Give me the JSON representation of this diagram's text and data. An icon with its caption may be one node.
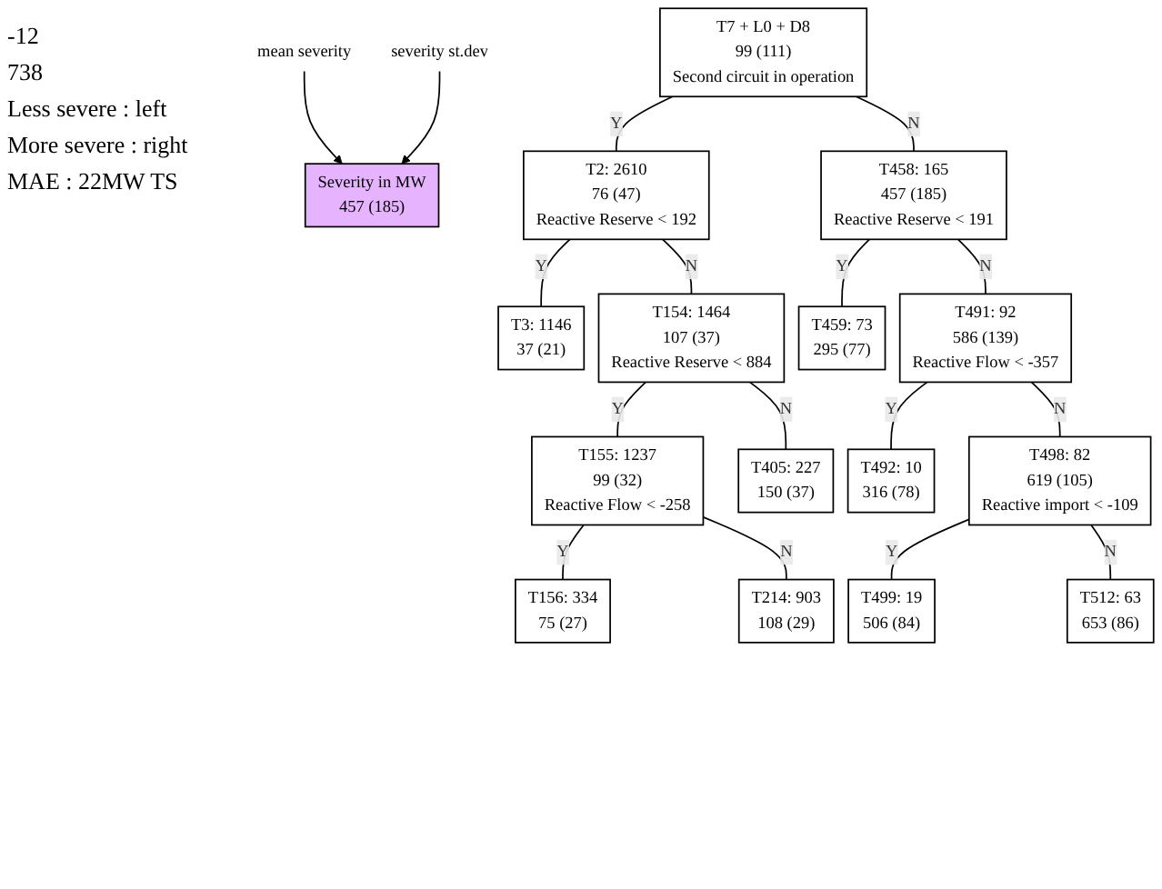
{
  "diagram": {
    "nodes": [
      {
        "text": [
          "Severity in MW",
          "457 (185)"
        ]
      },
      {
        "text": [
          "mean severity"
        ]
      },
      {
        "text": [
          "severity st.dev"
        ]
      },
      {
        "text": [
          "T7 + L0 + D8",
          "99 (111)",
          "Second circuit in operation"
        ]
      },
      {
        "text": [
          "T2: 2610",
          "76 (47)",
          "Reactive Reserve < 192"
        ]
      },
      {
        "text": [
          "T458: 165",
          "457 (185)",
          "Reactive Reserve < 191"
        ]
      },
      {
        "text": [
          "T3: 1146",
          "37 (21)"
        ]
      },
      {
        "text": [
          "T154: 1464",
          "107 (37)",
          "Reactive Reserve < 884"
        ]
      },
      {
        "text": [
          "T459: 73",
          "295 (77)"
        ]
      },
      {
        "text": [
          "T491: 92",
          "586 (139)",
          "Reactive Flow < -357"
        ]
      },
      {
        "text": [
          "T155: 1237",
          "99 (32)",
          "Reactive Flow < -258"
        ]
      },
      {
        "text": [
          "T405: 227",
          "150 (37)"
        ]
      },
      {
        "text": [
          "T492: 10",
          "316 (78)"
        ]
      },
      {
        "text": [
          "T498: 82",
          "619 (105)",
          "Reactive import < -109"
        ]
      },
      {
        "text": [
          "T156: 334",
          "75 (27)"
        ]
      },
      {
        "text": [
          "T214: 903",
          "108 (29)"
        ]
      },
      {
        "text": [
          "T499: 19",
          "506 (84)"
        ]
      },
      {
        "text": [
          "T512: 63",
          "653 (86)"
        ]
      }
    ],
    "edges": [
      {
        "from": 1,
        "to": 0,
        "arrow": "to"
      },
      {
        "from": 2,
        "to": 0,
        "arrow": "to"
      },
      {
        "from": 3,
        "to": 4,
        "label": "Y",
        "arrow": "none"
      },
      {
        "from": 3,
        "to": 5,
        "label": "N",
        "arrow": "none"
      },
      {
        "from": 4,
        "to": 6,
        "label": "Y",
        "arrow": "none"
      },
      {
        "from": 4,
        "to": 7,
        "label": "N",
        "arrow": "none"
      },
      {
        "from": 5,
        "to": 8,
        "label": "Y",
        "arrow": "none"
      },
      {
        "from": 5,
        "to": 9,
        "label": "N",
        "arrow": "none"
      },
      {
        "from": 7,
        "to": 10,
        "label": "Y",
        "arrow": "none"
      },
      {
        "from": 7,
        "to": 11,
        "label": "N",
        "arrow": "none"
      },
      {
        "from": 9,
        "to": 12,
        "label": "Y",
        "arrow": "none"
      },
      {
        "from": 9,
        "to": 13,
        "label": "N",
        "arrow": "none"
      },
      {
        "from": 10,
        "to": 14,
        "label": "Y",
        "arrow": "none"
      },
      {
        "from": 10,
        "to": 15,
        "label": "N",
        "arrow": "none"
      },
      {
        "from": 13,
        "to": 16,
        "label": "Y",
        "arrow": "none"
      },
      {
        "from": 13,
        "to": 17,
        "label": "N",
        "arrow": "none"
      }
    ],
    "labels": [
      "-12",
      "738",
      "Less severe : left",
      "More severe : right",
      "MAE : 22MW TS"
    ]
  }
}
